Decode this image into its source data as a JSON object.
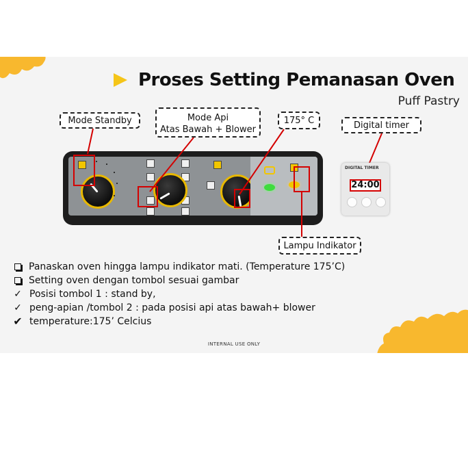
{
  "slide": {
    "title": "Proses Setting Pemanasan Oven",
    "subtitle": "Puff Pastry",
    "footer": "INTERNAL USE ONLY"
  },
  "callouts": {
    "mode_standby": "Mode Standby",
    "mode_api_line1": "Mode Api",
    "mode_api_line2": "Atas Bawah + Blower",
    "temperature": "175° C",
    "digital_timer": "Digital timer",
    "lampu_indikator": "Lampu Indikator"
  },
  "timer": {
    "brand": "DIGITAL TIMER",
    "display": "24:00"
  },
  "instructions": [
    {
      "bullet": "box",
      "text": "Panaskan oven hingga lampu indikator mati. (Temperature 175’C)"
    },
    {
      "bullet": "box",
      "text": "Setting oven dengan tombol sesuai gambar"
    },
    {
      "bullet": "check",
      "text": "Posisi tombol 1 : stand by,"
    },
    {
      "bullet": "check",
      "text": "peng-apian  /tombol 2 : pada posisi  api  atas  bawah+ blower"
    },
    {
      "bullet": "check-bold",
      "text": "temperature:175’ Celcius"
    }
  ],
  "colors": {
    "accent_yellow": "#f5c518",
    "highlight_red": "#d40000",
    "blob_orange": "#f8b82e"
  },
  "icons": {
    "title_marker": "triangle-right",
    "bullet_box": "checkbox-square",
    "bullet_check": "checkmark"
  }
}
